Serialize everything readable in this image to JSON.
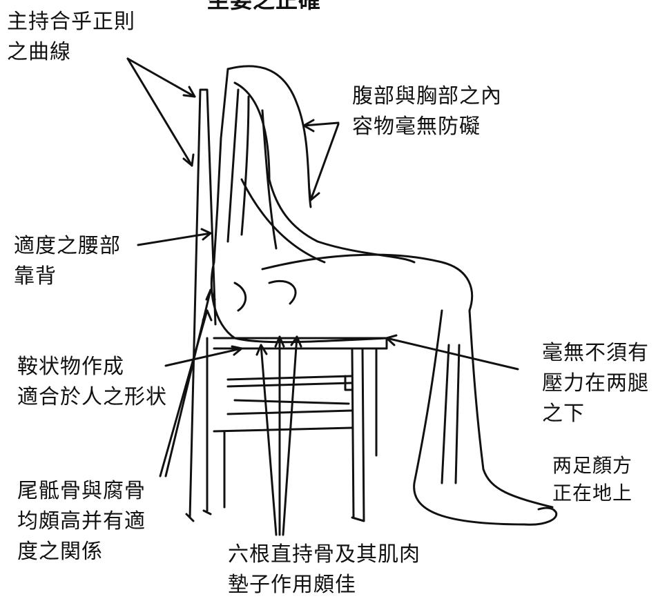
{
  "title": "坐姿之正確",
  "labels": {
    "spine_curve": [
      "主持合乎正則",
      "之曲線"
    ],
    "abdomen_chest": [
      "腹部與胸部之內",
      "容物毫無防礙"
    ],
    "lumbar_support": [
      "適度之腰部",
      "靠背"
    ],
    "saddle_seat": [
      "鞍状物作成",
      "適合於人之形状"
    ],
    "thigh_pressure": [
      "毫無不須有",
      "壓力在两腿",
      "之下"
    ],
    "feet_floor": [
      "两足顏方",
      "正在地上"
    ],
    "coccyx": [
      "尾骶骨與腐骨",
      "均頗高并有適",
      "度之関係"
    ],
    "six_bones": [
      "六根直持骨及其肌肉",
      "墊子作用頗佳"
    ]
  },
  "colors": {
    "ink": "#111111",
    "paper": "#ffffff"
  }
}
